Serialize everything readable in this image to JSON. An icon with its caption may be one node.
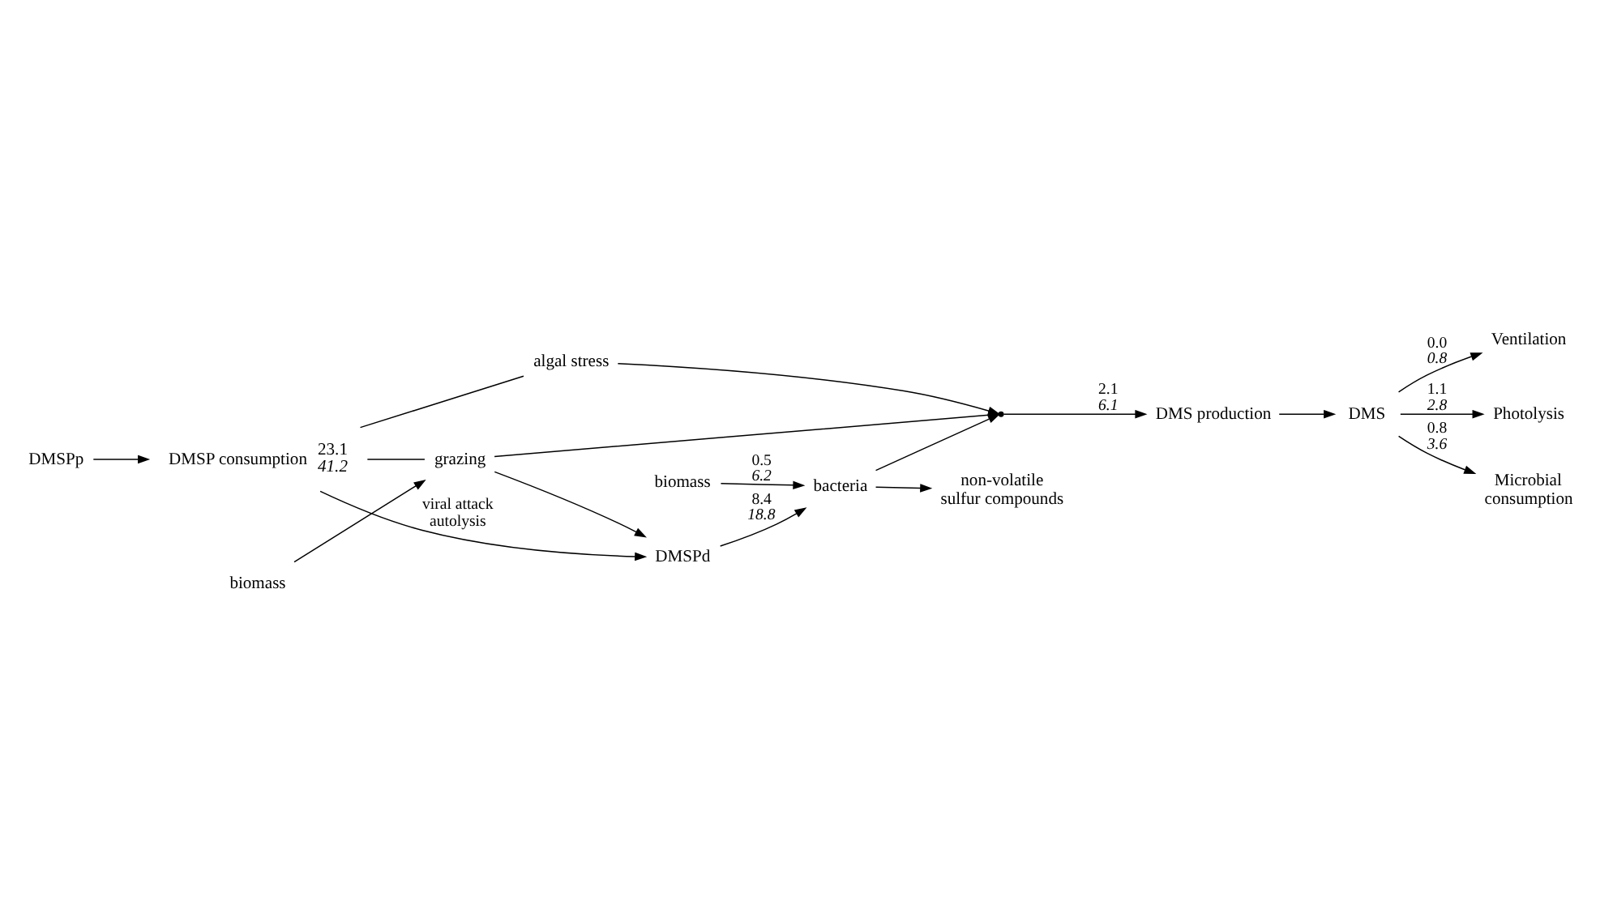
{
  "diagram": {
    "nodes": [
      {
        "text": [
          "Ventilation"
        ]
      },
      {
        "text": [
          "DMSPp"
        ]
      },
      {
        "text": [
          "DMSP consumption"
        ],
        "beside": [
          "23.1 *41.2*"
        ]
      },
      {
        "text": [
          "DMS production"
        ]
      },
      {
        "text": [
          "DMS"
        ]
      },
      {
        "text": [
          "Photolysis"
        ]
      },
      {
        "text": [
          "algal stress"
        ]
      },
      {
        "text": [
          "grazing"
        ]
      },
      {
        "text": [
          "Microbial consumption"
        ]
      },
      {
        "text": [
          "DMSPd"
        ]
      },
      {
        "text": [
          "bacteria"
        ]
      },
      {
        "text": [
          "non-volatile sulfur compounds"
        ]
      },
      {
        "text": [
          "biomass"
        ]
      },
      {
        "text": [
          "biomass"
        ]
      },
      {
        "text": [],
        "shape": "point"
      }
    ],
    "edges": [
      {
        "from": 1,
        "to": 2,
        "arrow": "to"
      },
      {
        "from": 2,
        "to": 6,
        "arrow": "none"
      },
      {
        "from": 2,
        "to": 7,
        "arrow": "none"
      },
      {
        "from": 2,
        "to": 9,
        "arrow": "to",
        "label": "viral attack autolysis"
      },
      {
        "from": 7,
        "to": 9,
        "arrow": "to"
      },
      {
        "from": 12,
        "to": 7,
        "arrow": "to"
      },
      {
        "from": 6,
        "to": 14,
        "arrow": "to"
      },
      {
        "from": 7,
        "to": 14,
        "arrow": "to"
      },
      {
        "from": 10,
        "to": 14,
        "arrow": "to"
      },
      {
        "from": 14,
        "to": 3,
        "arrow": "to",
        "label": "2.1 *6.1*"
      },
      {
        "from": 9,
        "to": 10,
        "arrow": "to",
        "label": "8.4 *18.8*"
      },
      {
        "from": 13,
        "to": 10,
        "arrow": "to",
        "label": "0.5 *6.2*"
      },
      {
        "from": 10,
        "to": 11,
        "arrow": "to"
      },
      {
        "from": 3,
        "to": 4,
        "arrow": "to"
      },
      {
        "from": 4,
        "to": 0,
        "arrow": "to",
        "label": "0.0 *0.8*"
      },
      {
        "from": 4,
        "to": 5,
        "arrow": "to",
        "label": "1.1 *2.8*"
      },
      {
        "from": 4,
        "to": 8,
        "arrow": "to",
        "label": "0.8 *3.6*"
      }
    ]
  }
}
